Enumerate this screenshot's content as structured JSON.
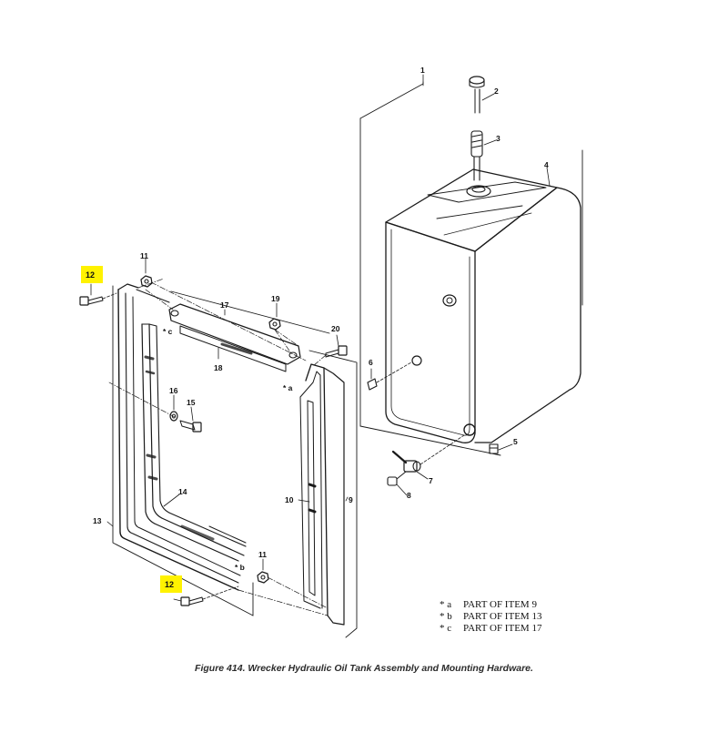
{
  "figure": {
    "caption": "Figure 414. Wrecker Hydraulic Oil Tank Assembly and Mounting Hardware."
  },
  "callouts": {
    "c1": "1",
    "c2": "2",
    "c3": "3",
    "c4": "4",
    "c5": "5",
    "c6": "6",
    "c7": "7",
    "c8": "8",
    "c9": "9",
    "c10": "10",
    "c11_top": "11",
    "c11_bottom": "11",
    "c12_top": "12",
    "c12_bottom": "12",
    "c13": "13",
    "c14": "14",
    "c15": "15",
    "c16": "16",
    "c17": "17",
    "c18": "18",
    "c19": "19",
    "c20": "20"
  },
  "references": {
    "ref_a": "* a",
    "ref_b": "* b",
    "ref_c": "* c"
  },
  "legend": [
    {
      "marker": "* a",
      "text": "PART OF ITEM 9"
    },
    {
      "marker": "* b",
      "text": "PART OF ITEM 13"
    },
    {
      "marker": "* c",
      "text": "PART OF ITEM 17"
    }
  ],
  "colors": {
    "highlight": "#fff200",
    "line": "#1a1a1a"
  }
}
